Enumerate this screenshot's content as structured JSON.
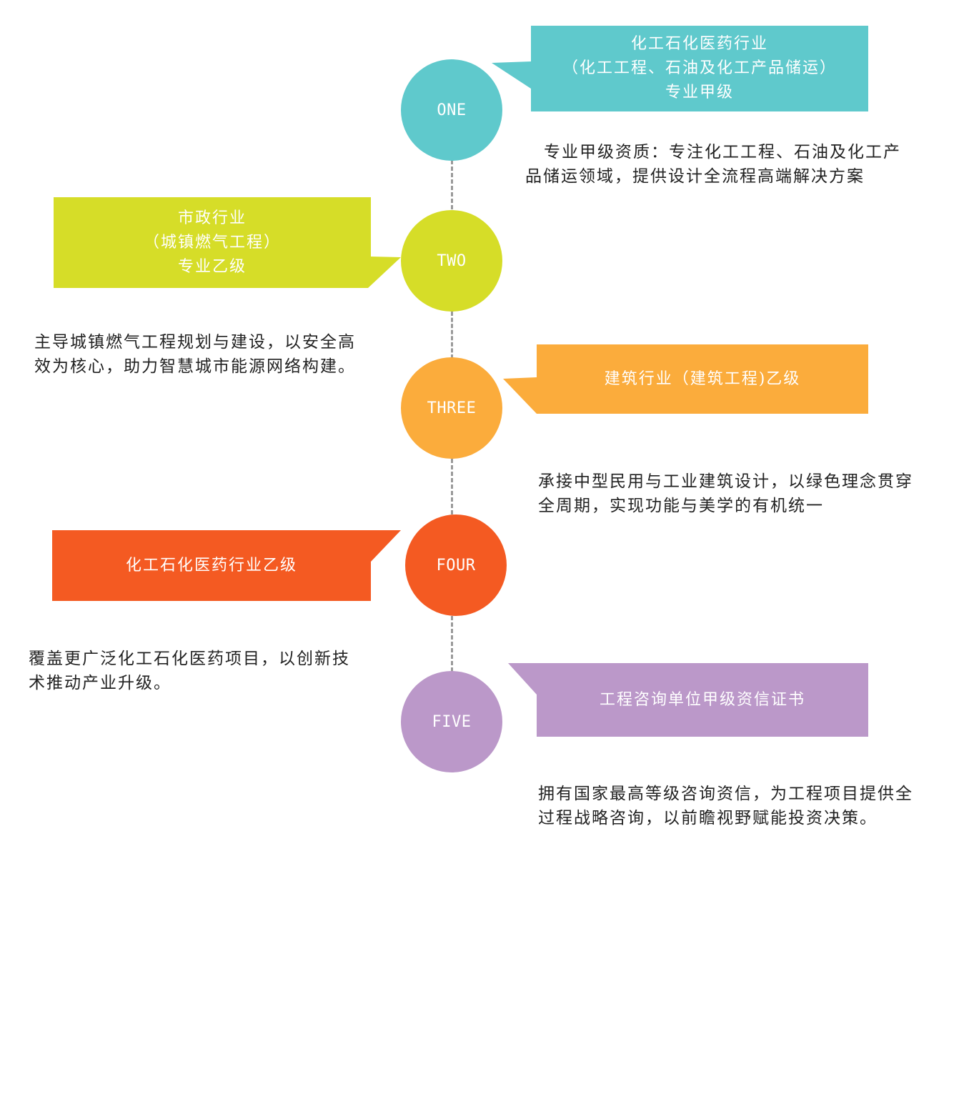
{
  "colors": {
    "one": "#5fc9cc",
    "two": "#d6dd28",
    "three": "#fbac3c",
    "four": "#f45a22",
    "five": "#bb98c9",
    "connector": "#9a9a9a",
    "text": "#222222"
  },
  "steps": [
    {
      "node_label": "ONE",
      "title_lines": [
        "化工石化医药行业",
        "（化工工程、石油及化工产品储运）",
        "专业甲级"
      ],
      "desc_lines": [
        "专业甲级资质：专注化工工程、石油及化工产",
        "品储运领域，提供设计全流程高端解决方案"
      ]
    },
    {
      "node_label": "TWO",
      "title_lines": [
        "市政行业",
        "（城镇燃气工程）",
        "专业乙级"
      ],
      "desc_lines": [
        "主导城镇燃气工程规划与建设，以安全高",
        "效为核心，助力智慧城市能源网络构建。"
      ]
    },
    {
      "node_label": "THREE",
      "title_lines": [
        "建筑行业（建筑工程)乙级"
      ],
      "desc_lines": [
        "承接中型民用与工业建筑设计，以绿色理念贯穿",
        "全周期，实现功能与美学的有机统一"
      ]
    },
    {
      "node_label": "FOUR",
      "title_lines": [
        "化工石化医药行业乙级"
      ],
      "desc_lines": [
        "覆盖更广泛化工石化医药项目，以创新技",
        "术推动产业升级。"
      ]
    },
    {
      "node_label": "FIVE",
      "title_lines": [
        "工程咨询单位甲级资信证书"
      ],
      "desc_lines": [
        "拥有国家最高等级咨询资信，为工程项目提供全",
        "过程战略咨询，以前瞻视野赋能投资决策。"
      ]
    }
  ]
}
